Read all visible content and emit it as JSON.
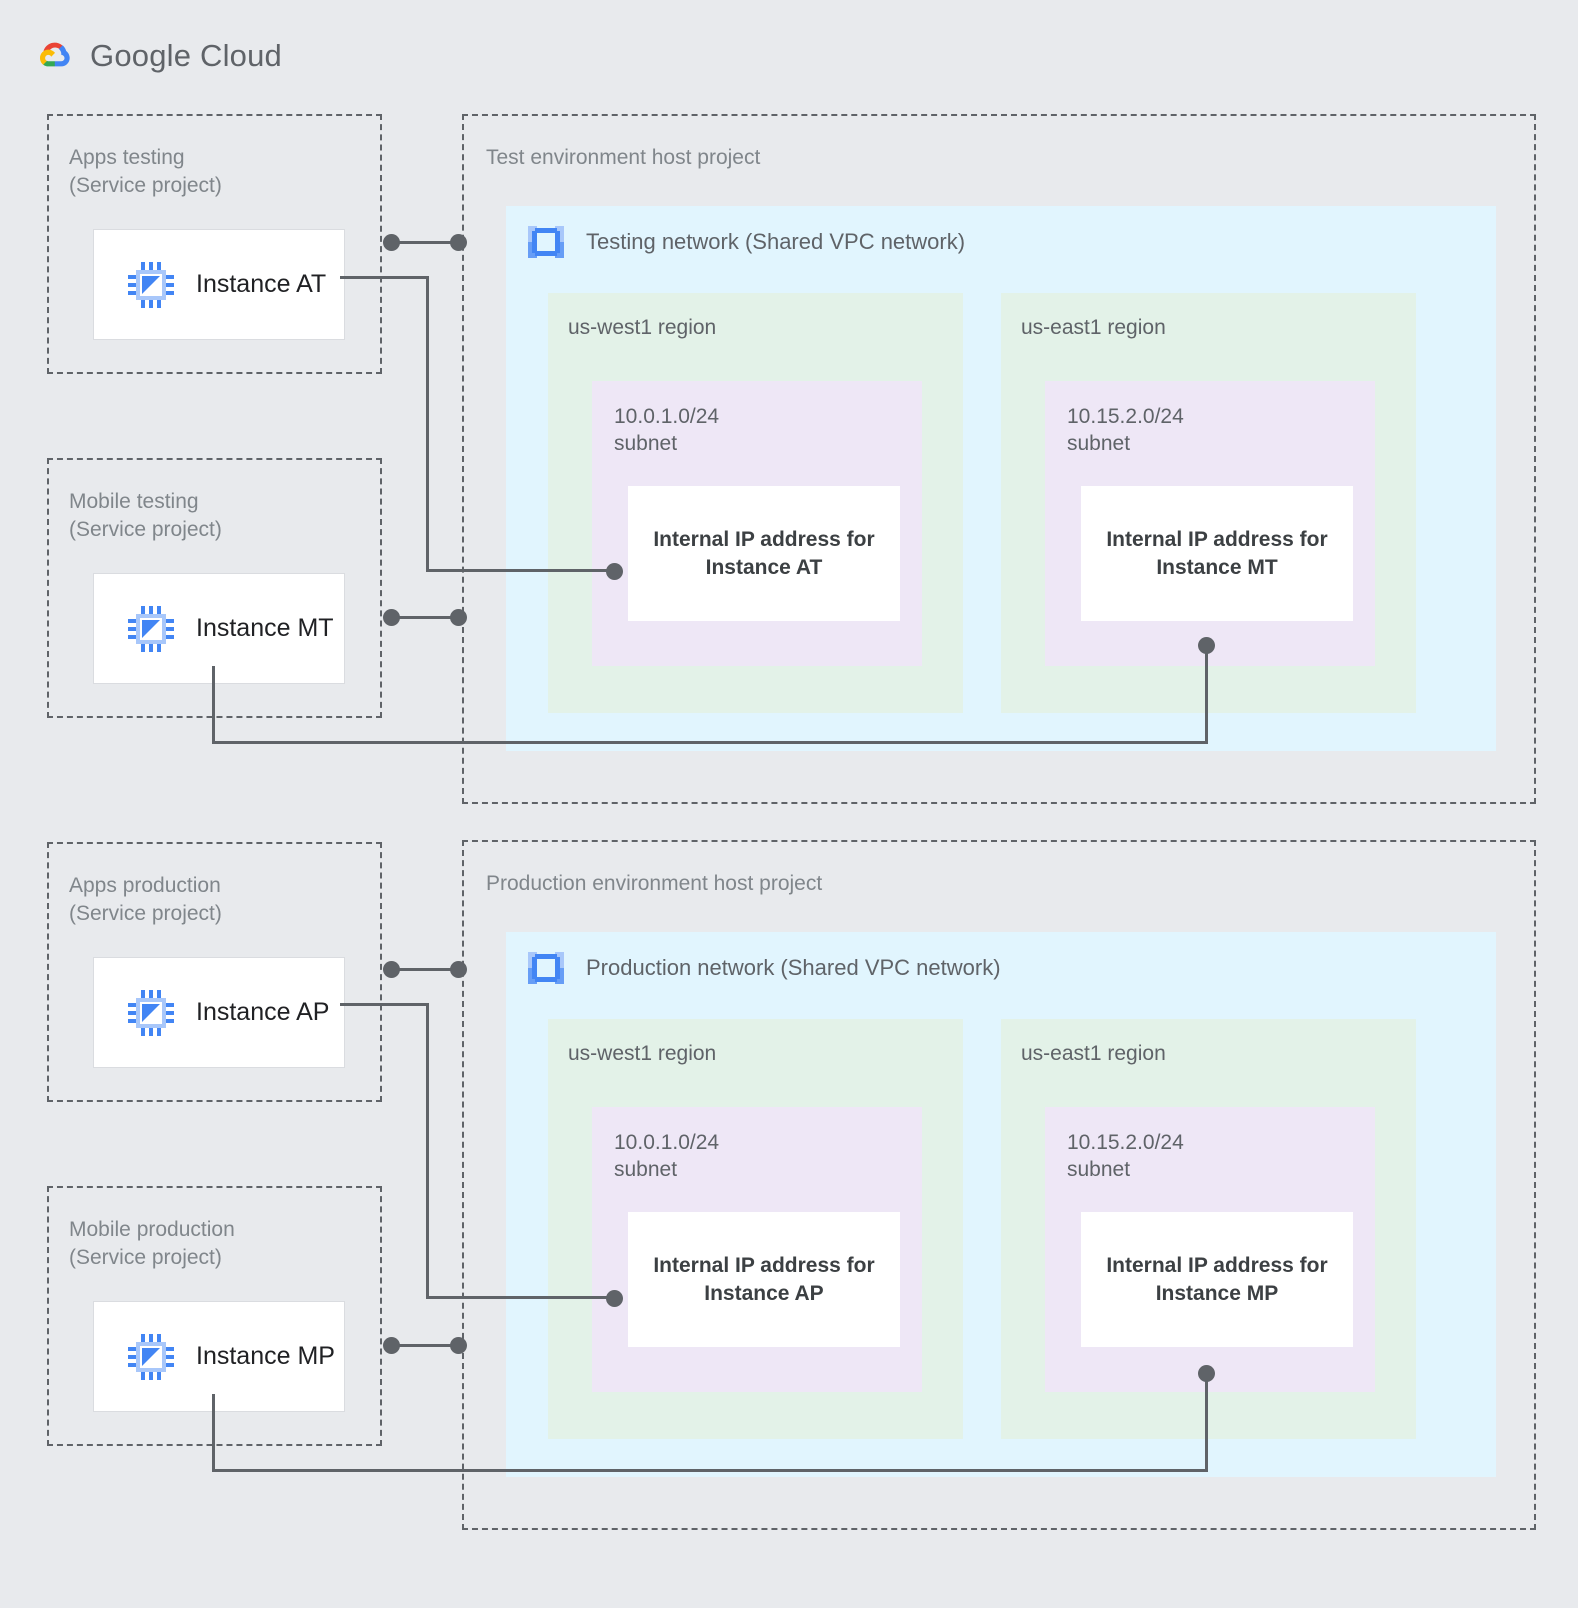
{
  "brand": {
    "name_google": "Google",
    "name_cloud": "Cloud",
    "logo_icon": "google-cloud-logo"
  },
  "service_projects": [
    {
      "id": "apps-testing",
      "title": "Apps testing\n(Service project)",
      "instance": {
        "label": "Instance AT",
        "icon": "compute-instance-chip-icon"
      }
    },
    {
      "id": "mobile-testing",
      "title": "Mobile testing\n(Service project)",
      "instance": {
        "label": "Instance MT",
        "icon": "compute-instance-chip-icon"
      }
    },
    {
      "id": "apps-production",
      "title": "Apps production\n(Service project)",
      "instance": {
        "label": "Instance AP",
        "icon": "compute-instance-chip-icon"
      }
    },
    {
      "id": "mobile-production",
      "title": "Mobile production\n(Service project)",
      "instance": {
        "label": "Instance MP",
        "icon": "compute-instance-chip-icon"
      }
    }
  ],
  "host_projects": [
    {
      "id": "test-env",
      "title": "Test environment host project",
      "network": {
        "title": "Testing network (Shared VPC network)",
        "icon": "vpc-network-icon",
        "regions": [
          {
            "title": "us-west1 region",
            "subnet": {
              "title": "10.0.1.0/24\nsubnet",
              "ip": "Internal IP address for\nInstance AT"
            }
          },
          {
            "title": "us-east1 region",
            "subnet": {
              "title": "10.15.2.0/24\nsubnet",
              "ip": "Internal IP address for\nInstance MT"
            }
          }
        ]
      }
    },
    {
      "id": "prod-env",
      "title": "Production environment host project",
      "network": {
        "title": "Production network (Shared VPC network)",
        "icon": "vpc-network-icon",
        "regions": [
          {
            "title": "us-west1 region",
            "subnet": {
              "title": "10.0.1.0/24\nsubnet",
              "ip": "Internal IP address for\nInstance AP"
            }
          },
          {
            "title": "us-east1 region",
            "subnet": {
              "title": "10.15.2.0/24\nsubnet",
              "ip": "Internal IP address for\nInstance MP"
            }
          }
        ]
      }
    }
  ],
  "colors": {
    "page_background": "#e8eaed",
    "network_fill": "#e1f5fe",
    "region_fill": "#e3f2e8",
    "subnet_fill": "#eee7f6",
    "card_fill": "#ffffff",
    "connector": "#5f6368",
    "text_muted": "#80868b",
    "text_strong": "#3c4043",
    "accent_blue": "#4285f4",
    "google_red": "#ea4335",
    "google_yellow": "#fbbc05",
    "google_green": "#34a853"
  }
}
